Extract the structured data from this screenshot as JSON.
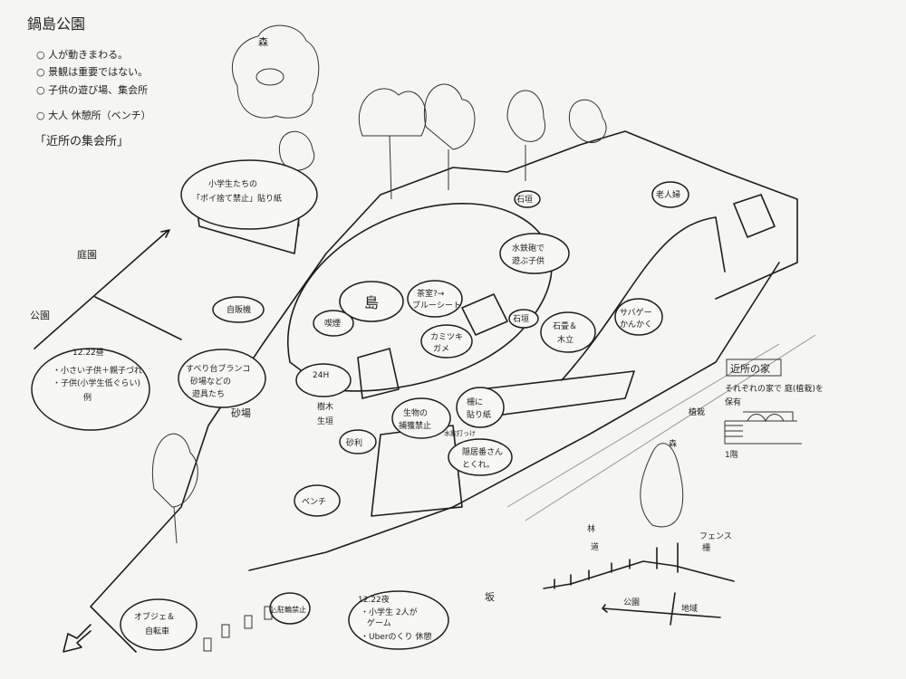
{
  "title": "鍋島公園",
  "notes": [
    "○ 人が動きまわる。",
    "○ 景観は重要ではない。",
    "○ 子供の遊び場、集会所",
    "○ 大人 休憩所（ベンチ）",
    "「近所の集会所」"
  ],
  "inset_label": "森",
  "directions": {
    "garden": "庭園",
    "park": "公園"
  },
  "labels": {
    "poster_1": "小学生たちの",
    "poster_2": "「ポイ捨て禁止」貼り紙",
    "vending": "自販機",
    "playground_1": "すべり台ブランコ",
    "playground_2": "砂場などの",
    "playground_3": "遊具たち",
    "sandbox": "砂場",
    "smoking": "喫煙",
    "island": "島",
    "open_24h": "24H",
    "trees": "樹木",
    "hedge": "生垣",
    "bluesheet_1": "茶室?→",
    "bluesheet_2": "ブルーシート",
    "turtle_1": "カミツキ",
    "turtle_2": "ガメ",
    "watergun_1": "水鉄砲で",
    "watergun_2": "遊ぶ子供",
    "stonewall_top": "石垣",
    "stonewall": "石垣",
    "elderly": "老人婦",
    "paving_1": "石畳＆",
    "paving_2": "木立",
    "survival_1": "サバゲー",
    "survival_2": "かんかく",
    "creatures_1": "生物の",
    "creatures_2": "捕獲禁止",
    "fence_poster_1": "柵に",
    "fence_poster_2": "貼り紙",
    "gravel": "砂利",
    "bench": "ベンチ",
    "small_note": "水飲打っけ",
    "hideout_1": "隠居番さん",
    "hideout_2": "とくれ。",
    "objet_1": "オブジェ＆",
    "objet_2": "自転車",
    "no_parking": "△駐輪禁止",
    "slope": "坂"
  },
  "daytime": {
    "heading": "12.22昼",
    "items": [
      "・小さい子供＋親子づれ",
      "・子供(小学生低ぐらい)"
    ],
    "example": "例"
  },
  "night": {
    "heading": "12.22夜",
    "items": [
      "・小学生 2人が",
      "ゲーム",
      "・Uberのくり 休憩"
    ]
  },
  "neighbors": {
    "heading": "近所の家",
    "line1": "それぞれの家で 庭(植栽)を",
    "line2": "保有",
    "planting": "植栽",
    "floor": "1階"
  },
  "section": {
    "forest": "森",
    "woods": "林",
    "road": "道",
    "fence_1": "フェンス",
    "fence_2": "柵",
    "park": "公園",
    "area": "地域"
  }
}
